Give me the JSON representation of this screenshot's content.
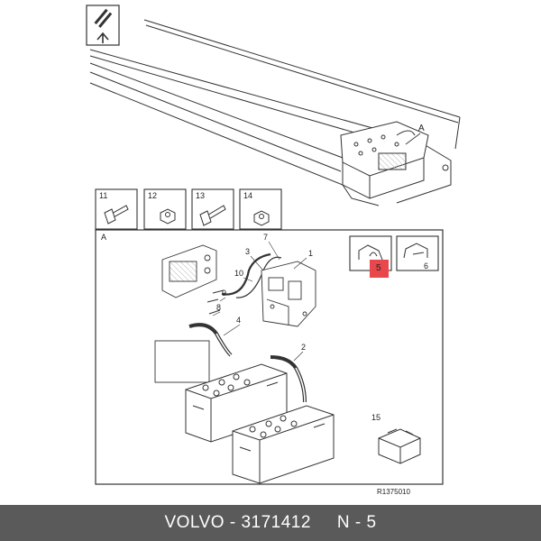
{
  "main_view": {
    "callout_label": "A"
  },
  "parts_row": [
    {
      "number": "11",
      "icon": "bolt-icon"
    },
    {
      "number": "12",
      "icon": "nut-icon"
    },
    {
      "number": "13",
      "icon": "bolt-icon"
    },
    {
      "number": "14",
      "icon": "nut-icon"
    }
  ],
  "detail_view": {
    "label": "A",
    "callouts": [
      "1",
      "2",
      "3",
      "4",
      "7",
      "8",
      "9",
      "10"
    ],
    "inset_parts": [
      {
        "number": "5",
        "highlighted": true
      },
      {
        "number": "6",
        "highlighted": false
      }
    ],
    "box_part_number": "15",
    "reference_code": "R1375010"
  },
  "colors": {
    "highlight": "#e8474b",
    "footer_bg": "#5a5a5a",
    "line": "#333333"
  },
  "footer": {
    "brand": "VOLVO",
    "part_number": "3171412",
    "position": "N",
    "index": "5"
  }
}
